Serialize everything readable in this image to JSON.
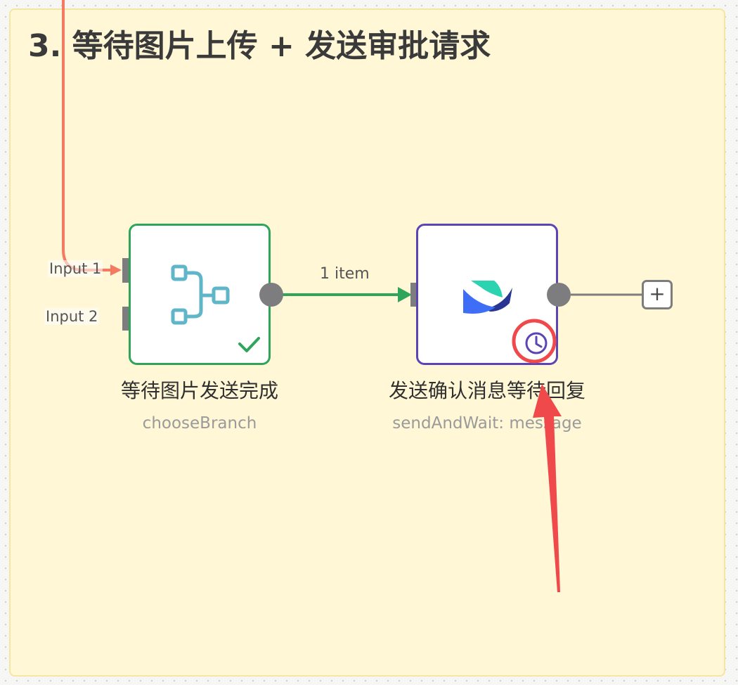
{
  "sticky_note": {
    "title": "3. 等待图片上传 + 发送审批请求"
  },
  "nodes": [
    {
      "title": "等待图片发送完成",
      "subtitle": "chooseBranch",
      "icon": "branch-merge-icon",
      "status": "success-check",
      "inputs": [
        "Input 1",
        "Input 2"
      ],
      "border_color": "#2ea55b"
    },
    {
      "title": "发送确认消息等待回复",
      "subtitle": "sendAndWait: message",
      "icon": "lark-logo-icon",
      "status": "waiting-clock",
      "border_color": "#5b44b4"
    }
  ],
  "connection": {
    "label": "1 item"
  },
  "add_node_button": {
    "label": "+"
  },
  "colors": {
    "success": "#2ea55b",
    "accent": "#5b44b4",
    "incoming_connection": "#f47a62",
    "annotation": "#f0494c",
    "sticky_background": "#fff7d6"
  }
}
